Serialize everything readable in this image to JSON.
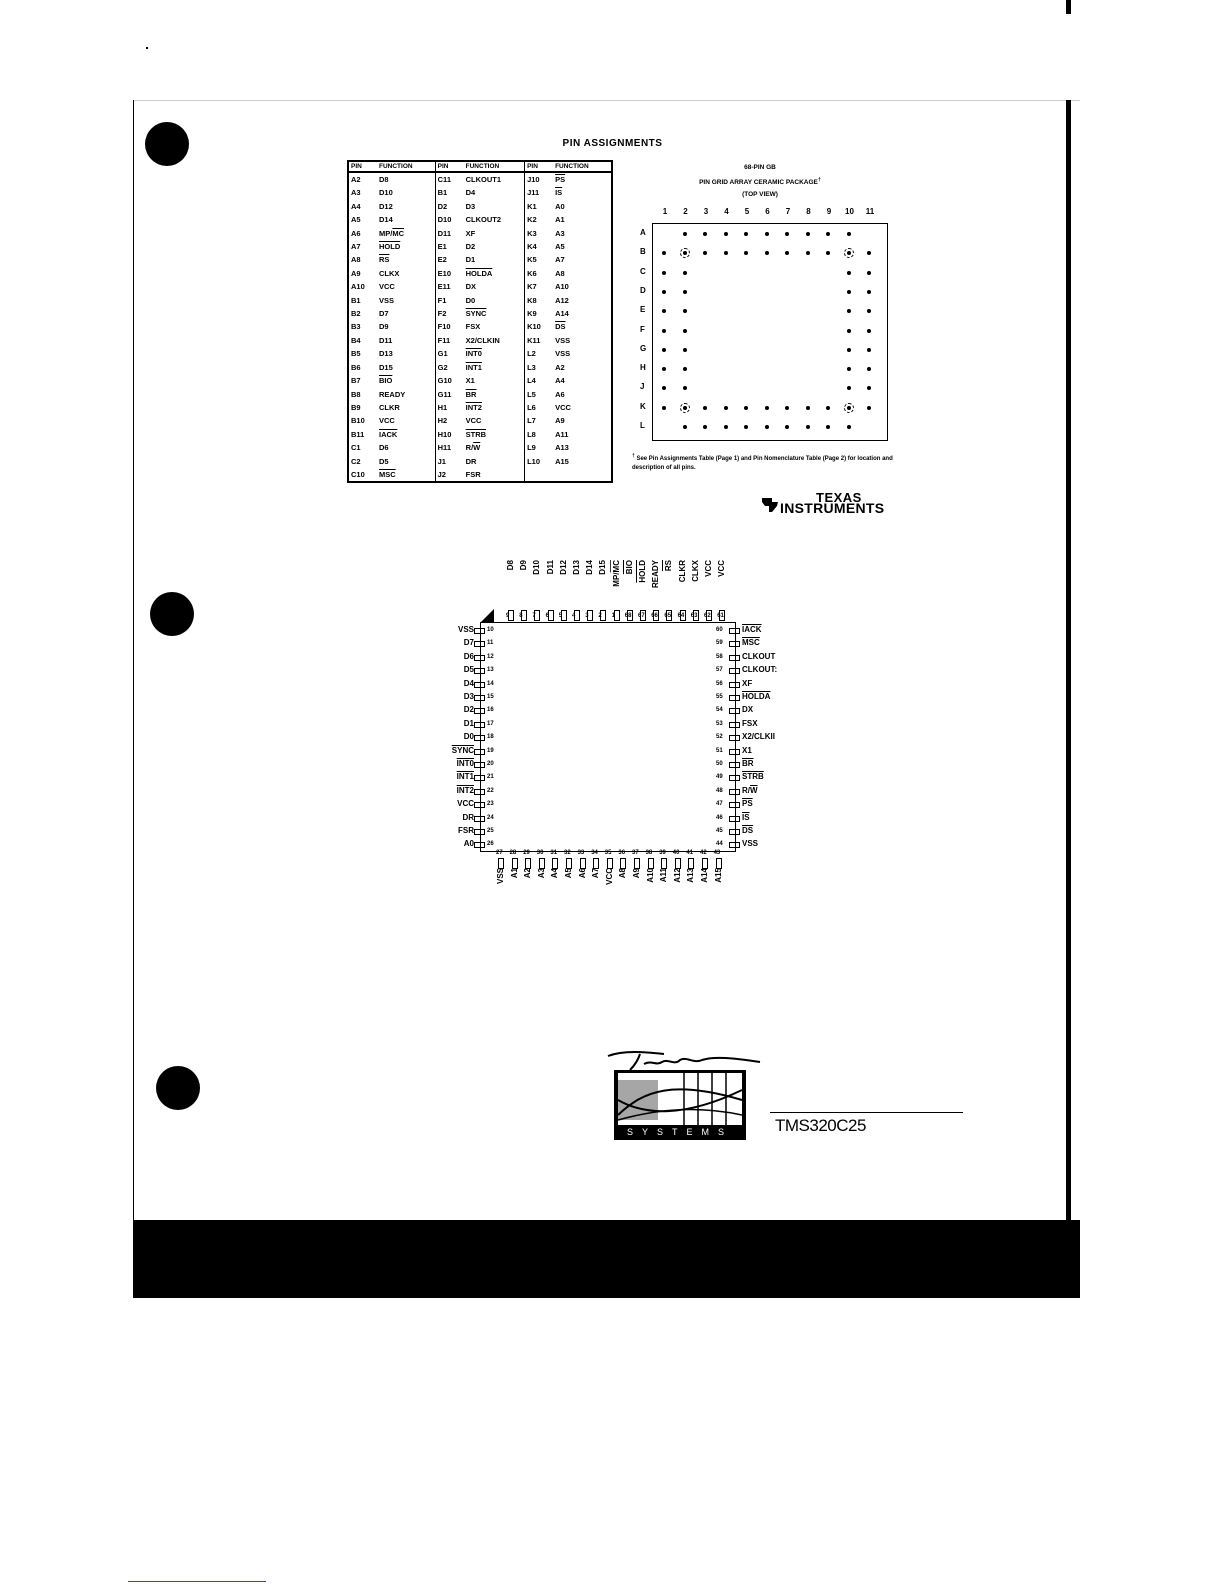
{
  "pin_assignments": {
    "title": "PIN ASSIGNMENTS",
    "headers": [
      "PIN",
      "FUNCTION",
      "PIN",
      "FUNCTION",
      "PIN",
      "FUNCTION"
    ],
    "rows": [
      [
        "A2",
        "D8",
        "C11",
        "CLKOUT1",
        "J10",
        "PS"
      ],
      [
        "A3",
        "D10",
        "B1",
        "D4",
        "J11",
        "IS"
      ],
      [
        "A4",
        "D12",
        "D2",
        "D3",
        "K1",
        "A0"
      ],
      [
        "A5",
        "D14",
        "D10",
        "CLKOUT2",
        "K2",
        "A1"
      ],
      [
        "A6",
        "MP/MC",
        "D11",
        "XF",
        "K3",
        "A3"
      ],
      [
        "A7",
        "HOLD",
        "E1",
        "D2",
        "K4",
        "A5"
      ],
      [
        "A8",
        "RS",
        "E2",
        "D1",
        "K5",
        "A7"
      ],
      [
        "A9",
        "CLKX",
        "E10",
        "HOLDA",
        "K6",
        "A8"
      ],
      [
        "A10",
        "VCC",
        "E11",
        "DX",
        "K7",
        "A10"
      ],
      [
        "B1",
        "VSS",
        "F1",
        "D0",
        "K8",
        "A12"
      ],
      [
        "B2",
        "D7",
        "F2",
        "SYNC",
        "K9",
        "A14"
      ],
      [
        "B3",
        "D9",
        "F10",
        "FSX",
        "K10",
        "DS"
      ],
      [
        "B4",
        "D11",
        "F11",
        "X2/CLKIN",
        "K11",
        "VSS"
      ],
      [
        "B5",
        "D13",
        "G1",
        "INT0",
        "L2",
        "VSS"
      ],
      [
        "B6",
        "D15",
        "G2",
        "INT1",
        "L3",
        "A2"
      ],
      [
        "B7",
        "BIO",
        "G10",
        "X1",
        "L4",
        "A4"
      ],
      [
        "B8",
        "READY",
        "G11",
        "BR",
        "L5",
        "A6"
      ],
      [
        "B9",
        "CLKR",
        "H1",
        "INT2",
        "L6",
        "VCC"
      ],
      [
        "B10",
        "VCC",
        "H2",
        "VCC",
        "L7",
        "A9"
      ],
      [
        "B11",
        "IACK",
        "H10",
        "STRB",
        "L8",
        "A11"
      ],
      [
        "C1",
        "D6",
        "H11",
        "R/W",
        "L9",
        "A13"
      ],
      [
        "C2",
        "D5",
        "J1",
        "DR",
        "L10",
        "A15"
      ],
      [
        "C10",
        "MSC",
        "J2",
        "FSR",
        "",
        ""
      ]
    ]
  },
  "pga": {
    "title1": "68-PIN GB",
    "title2": "PIN GRID ARRAY CERAMIC PACKAGE",
    "title2_mark": "†",
    "title3": "(TOP VIEW)",
    "columns": [
      "1",
      "2",
      "3",
      "4",
      "5",
      "6",
      "7",
      "8",
      "9",
      "10",
      "11"
    ],
    "rows": [
      "A",
      "B",
      "C",
      "D",
      "E",
      "F",
      "G",
      "H",
      "J",
      "K",
      "L"
    ],
    "footnote_mark": "†",
    "footnote": "See Pin Assignments Table (Page 1) and Pin Nomenclature Table (Page 2) for location and description of all pins."
  },
  "ti_logo": {
    "line1": "TEXAS",
    "line2": "INSTRUMENTS"
  },
  "plcc": {
    "top_labels": [
      "D8",
      "D9",
      "D10",
      "D11",
      "D12",
      "D13",
      "D14",
      "D15",
      "MP/MC",
      "BIO",
      "HOLD",
      "READY",
      "RS",
      "CLKR",
      "CLKX",
      "VCC",
      "VCC"
    ],
    "top_numbers": [
      "9",
      "8",
      "7",
      "6",
      "5",
      "4",
      "3",
      "2",
      "1",
      "68",
      "67",
      "66",
      "65",
      "64",
      "63",
      "62",
      "61"
    ],
    "left_labels": [
      "VSS",
      "D7",
      "D6",
      "D5",
      "D4",
      "D3",
      "D2",
      "D1",
      "D0",
      "SYNC",
      "INT0",
      "INT1",
      "INT2",
      "VCC",
      "DR",
      "FSR",
      "A0"
    ],
    "left_numbers": [
      "10",
      "11",
      "12",
      "13",
      "14",
      "15",
      "16",
      "17",
      "18",
      "19",
      "20",
      "21",
      "22",
      "23",
      "24",
      "25",
      "26"
    ],
    "right_labels": [
      "IACK",
      "MSC",
      "CLKOUT",
      "CLKOUT:",
      "XF",
      "HOLDA",
      "DX",
      "FSX",
      "X2/CLKII",
      "X1",
      "BR",
      "STRB",
      "R/W",
      "PS",
      "IS",
      "DS",
      "VSS"
    ],
    "right_numbers": [
      "60",
      "59",
      "58",
      "57",
      "56",
      "55",
      "54",
      "53",
      "52",
      "51",
      "50",
      "49",
      "48",
      "47",
      "46",
      "45",
      "44"
    ],
    "bottom_labels": [
      "VSS",
      "A1",
      "A2",
      "A3",
      "A4",
      "A5",
      "A6",
      "A7",
      "VCC",
      "A8",
      "A9",
      "A10",
      "A11",
      "A12",
      "A13",
      "A14",
      "A15"
    ],
    "bottom_numbers": [
      "27",
      "28",
      "29",
      "30",
      "31",
      "32",
      "33",
      "34",
      "35",
      "36",
      "37",
      "38",
      "39",
      "40",
      "41",
      "42",
      "43"
    ]
  },
  "telos": {
    "script": "Telos",
    "word": "SYSTEMS"
  },
  "product_name": "TMS320C25"
}
